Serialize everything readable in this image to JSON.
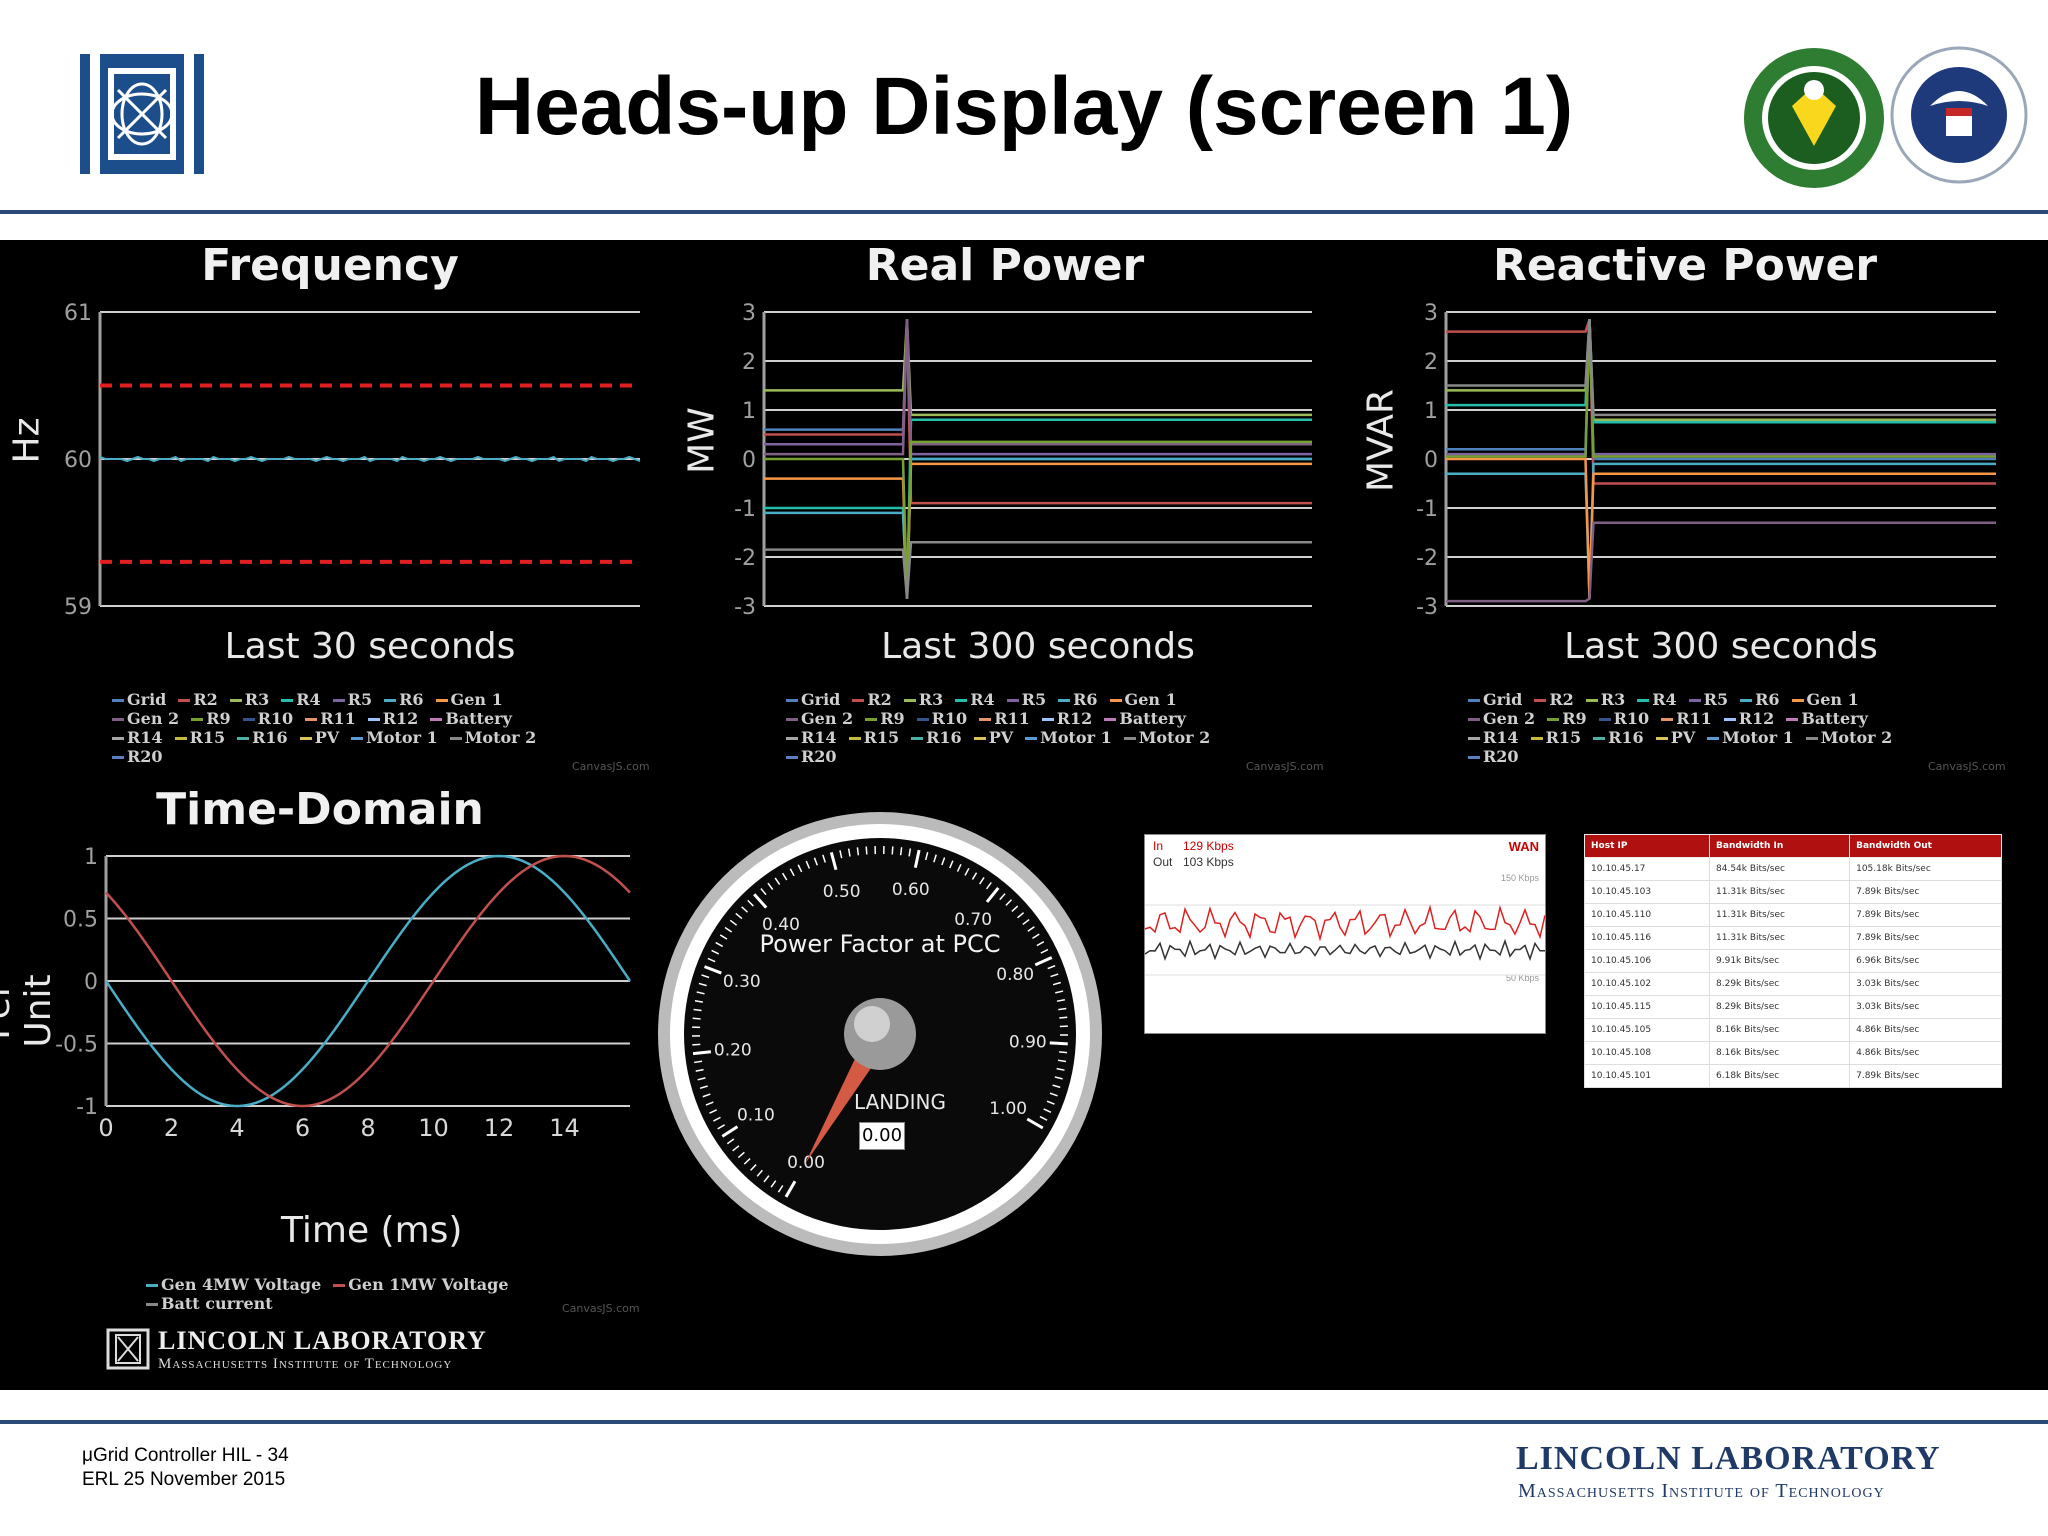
{
  "slide": {
    "title": "Heads-up Display (screen 1)",
    "footer_line1": "μGrid Controller HIL - 34",
    "footer_line2": "ERL 25 November 2015",
    "lab_name": "LINCOLN LABORATORY",
    "lab_subtitle": "Massachusetts Institute of Technology"
  },
  "canvasjs_credit": "CanvasJS.com",
  "legend_series": [
    "Grid",
    "R2",
    "R3",
    "R4",
    "R5",
    "R6",
    "Gen 1",
    "Gen 2",
    "R9",
    "R10",
    "R11",
    "R12",
    "Battery",
    "R14",
    "R15",
    "R16",
    "PV",
    "Motor 1",
    "Motor 2",
    "R20"
  ],
  "legend_colors": [
    "#4f81bc",
    "#c0504e",
    "#9bbb58",
    "#23bfaa",
    "#8064a1",
    "#4aacc5",
    "#f79647",
    "#7f6084",
    "#77a033",
    "#33558b",
    "#e59566",
    "#9dc2ff",
    "#c07ab8",
    "#a6a6a6",
    "#c8b93e",
    "#4bb0a6",
    "#d9c25a",
    "#5b9bd5",
    "#888888",
    "#5a7fc2"
  ],
  "chart_data": [
    {
      "type": "line",
      "title": "Frequency",
      "ylabel": "Hz",
      "xlabel": "Last 30 seconds",
      "ylim": [
        59,
        61
      ],
      "yticks": [
        "61",
        "60",
        "59"
      ],
      "limit_lines": [
        60.5,
        59.3
      ],
      "series_levels": [
        60.0
      ]
    },
    {
      "type": "line",
      "title": "Real Power",
      "ylabel": "MW",
      "xlabel": "Last 300 seconds",
      "ylim": [
        -3,
        3
      ],
      "yticks": [
        "3",
        "2",
        "1",
        "0",
        "-1",
        "-2",
        "-3"
      ],
      "event_fraction": 0.25,
      "series": [
        {
          "name": "Grid",
          "color": "#4f81bc",
          "before": 0.6,
          "after": 0.0
        },
        {
          "name": "R2",
          "color": "#c0504e",
          "before": 0.5,
          "after": -0.9
        },
        {
          "name": "R3",
          "color": "#9bbb58",
          "before": 1.4,
          "after": 0.9
        },
        {
          "name": "R4",
          "color": "#23bfaa",
          "before": -1.0,
          "after": 0.8
        },
        {
          "name": "R5",
          "color": "#8064a1",
          "before": 0.3,
          "after": 0.1
        },
        {
          "name": "R6",
          "color": "#4aacc5",
          "before": -1.1,
          "after": 0.0
        },
        {
          "name": "Gen 1",
          "color": "#f79647",
          "before": -0.4,
          "after": -0.1
        },
        {
          "name": "Gen 2",
          "color": "#7f6084",
          "before": 0.1,
          "after": 0.3
        },
        {
          "name": "R9",
          "color": "#77a033",
          "before": 0.0,
          "after": 0.35
        },
        {
          "name": "Motor 2",
          "color": "#888888",
          "before": -1.85,
          "after": -1.7
        }
      ]
    },
    {
      "type": "line",
      "title": "Reactive Power",
      "ylabel": "MVAR",
      "xlabel": "Last 300 seconds",
      "ylim": [
        -3,
        3
      ],
      "yticks": [
        "3",
        "2",
        "1",
        "0",
        "-1",
        "-2",
        "-3"
      ],
      "event_fraction": 0.25,
      "series": [
        {
          "name": "Grid",
          "color": "#4f81bc",
          "before": 0.2,
          "after": 0.0
        },
        {
          "name": "R2",
          "color": "#c0504e",
          "before": 2.6,
          "after": -0.5
        },
        {
          "name": "R3",
          "color": "#9bbb58",
          "before": 1.4,
          "after": 0.8
        },
        {
          "name": "R4",
          "color": "#23bfaa",
          "before": 1.1,
          "after": 0.75
        },
        {
          "name": "R5",
          "color": "#8064a1",
          "before": 0.1,
          "after": 0.1
        },
        {
          "name": "R6",
          "color": "#4aacc5",
          "before": -0.3,
          "after": -0.1
        },
        {
          "name": "Gen 1",
          "color": "#f79647",
          "before": 0.0,
          "after": -0.3
        },
        {
          "name": "Gen 2",
          "color": "#7f6084",
          "before": -2.9,
          "after": -1.3
        },
        {
          "name": "R9",
          "color": "#77a033",
          "before": 0.05,
          "after": 0.05
        },
        {
          "name": "Motor 2",
          "color": "#888888",
          "before": 1.5,
          "after": 0.9
        }
      ]
    },
    {
      "type": "line",
      "title": "Time-Domain",
      "ylabel": "Per Unit",
      "xlabel": "Time (ms)",
      "ylim": [
        -1,
        1
      ],
      "yticks": [
        "1",
        "0.5",
        "0",
        "-0.5",
        "-1"
      ],
      "xlim": [
        0,
        16
      ],
      "xticks": [
        "0",
        "2",
        "4",
        "6",
        "8",
        "10",
        "12",
        "14"
      ],
      "series": [
        {
          "name": "Gen 4MW Voltage",
          "color": "#4aacc5",
          "period": 16,
          "phase_deg": 0
        },
        {
          "name": "Gen 1MW Voltage",
          "color": "#c0504e",
          "period": 16,
          "phase_deg": -45
        },
        {
          "name": "Batt current",
          "color": "#888888"
        }
      ]
    }
  ],
  "gauge": {
    "title": "Power Factor at PCC",
    "ticks": [
      "0.00",
      "0.10",
      "0.20",
      "0.30",
      "0.40",
      "0.50",
      "0.60",
      "0.70",
      "0.80",
      "0.90",
      "1.00"
    ],
    "status": "LANDING",
    "value": "0.00",
    "value_num": 0.0
  },
  "wan_panel": {
    "in_label": "In",
    "in_value": "129 Kbps",
    "out_label": "Out",
    "out_value": "103 Kbps",
    "title": "WAN",
    "scale_high": "150 Kbps",
    "scale_low": "50 Kbps"
  },
  "bandwidth_table": {
    "headers": [
      "Host IP",
      "Bandwidth In",
      "Bandwidth Out"
    ],
    "rows": [
      [
        "10.10.45.17",
        "84.54k Bits/sec",
        "105.18k Bits/sec"
      ],
      [
        "10.10.45.103",
        "11.31k Bits/sec",
        "7.89k Bits/sec"
      ],
      [
        "10.10.45.110",
        "11.31k Bits/sec",
        "7.89k Bits/sec"
      ],
      [
        "10.10.45.116",
        "11.31k Bits/sec",
        "7.89k Bits/sec"
      ],
      [
        "10.10.45.106",
        "9.91k Bits/sec",
        "6.96k Bits/sec"
      ],
      [
        "10.10.45.102",
        "8.29k Bits/sec",
        "3.03k Bits/sec"
      ],
      [
        "10.10.45.115",
        "8.29k Bits/sec",
        "3.03k Bits/sec"
      ],
      [
        "10.10.45.105",
        "8.16k Bits/sec",
        "4.86k Bits/sec"
      ],
      [
        "10.10.45.108",
        "8.16k Bits/sec",
        "4.86k Bits/sec"
      ],
      [
        "10.10.45.101",
        "6.18k Bits/sec",
        "7.89k Bits/sec"
      ]
    ]
  }
}
